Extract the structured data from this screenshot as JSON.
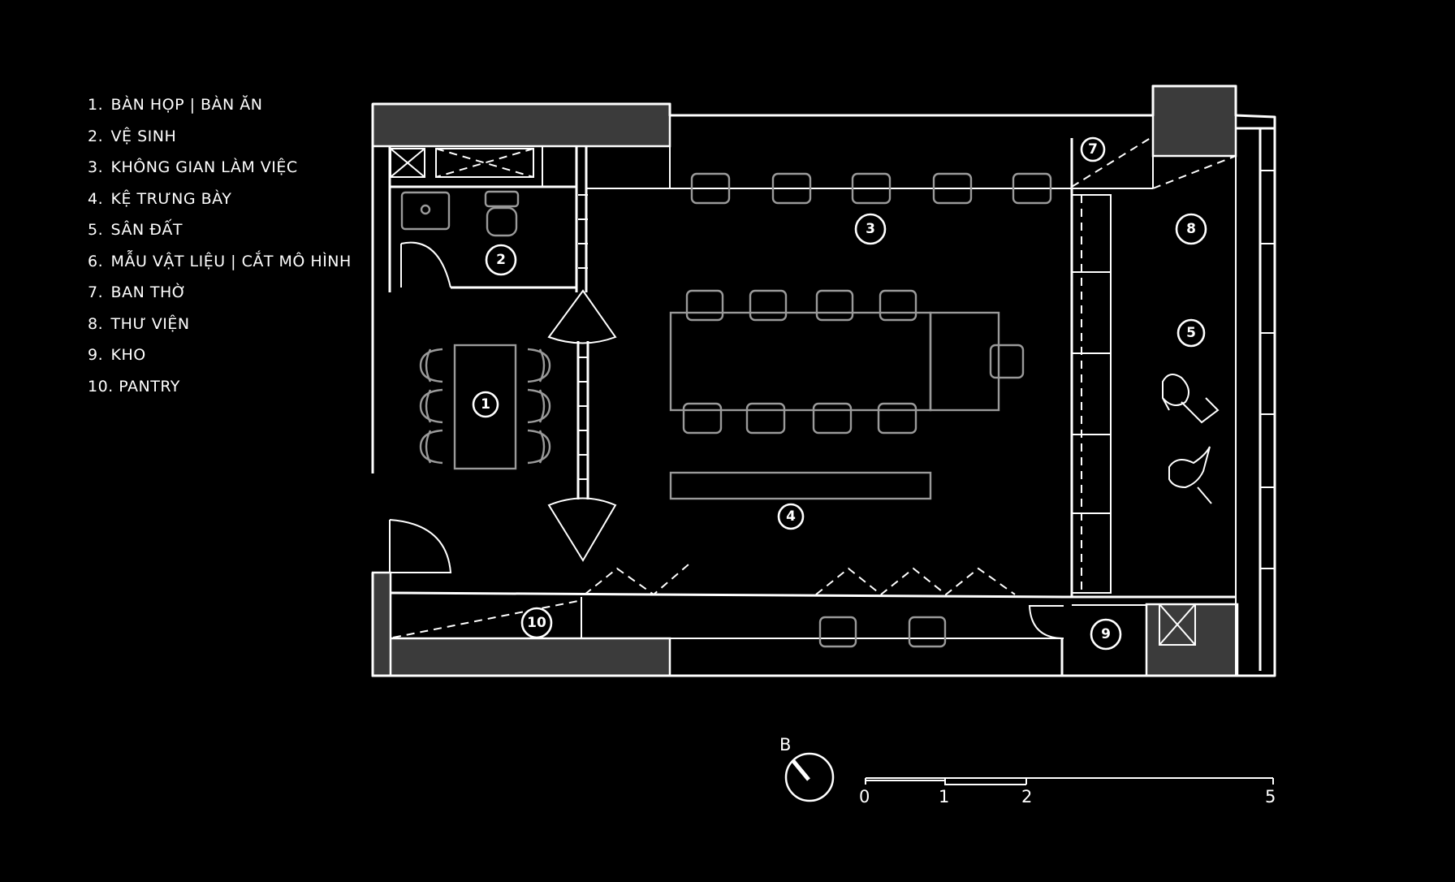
{
  "legend": [
    {
      "num": "1.",
      "label": "BÀN HỌP | BÀN ĂN"
    },
    {
      "num": "2.",
      "label": "VỆ SINH"
    },
    {
      "num": "3.",
      "label": "KHÔNG GIAN LÀM VIỆC"
    },
    {
      "num": "4.",
      "label": "KỆ TRƯNG BÀY"
    },
    {
      "num": "5.",
      "label": "SÂN ĐẤT"
    },
    {
      "num": "6.",
      "label": "MẪU VẬT LIỆU | CẮT MÔ HÌNH"
    },
    {
      "num": "7.",
      "label": "BAN THỜ"
    },
    {
      "num": "8.",
      "label": "THƯ VIỆN"
    },
    {
      "num": "9.",
      "label": "KHO"
    },
    {
      "num": "10.",
      "label": "PANTRY"
    }
  ],
  "plan_tags": [
    "1",
    "2",
    "3",
    "4",
    "5",
    "7",
    "8",
    "9",
    "10"
  ],
  "north_label": "B",
  "scale_ticks": [
    "0",
    "1",
    "2",
    "5"
  ],
  "colors": {
    "background": "#000000",
    "line": "#ffffff",
    "furniture": "#9a9a9a",
    "solid_wall": "#3b3b3b"
  }
}
